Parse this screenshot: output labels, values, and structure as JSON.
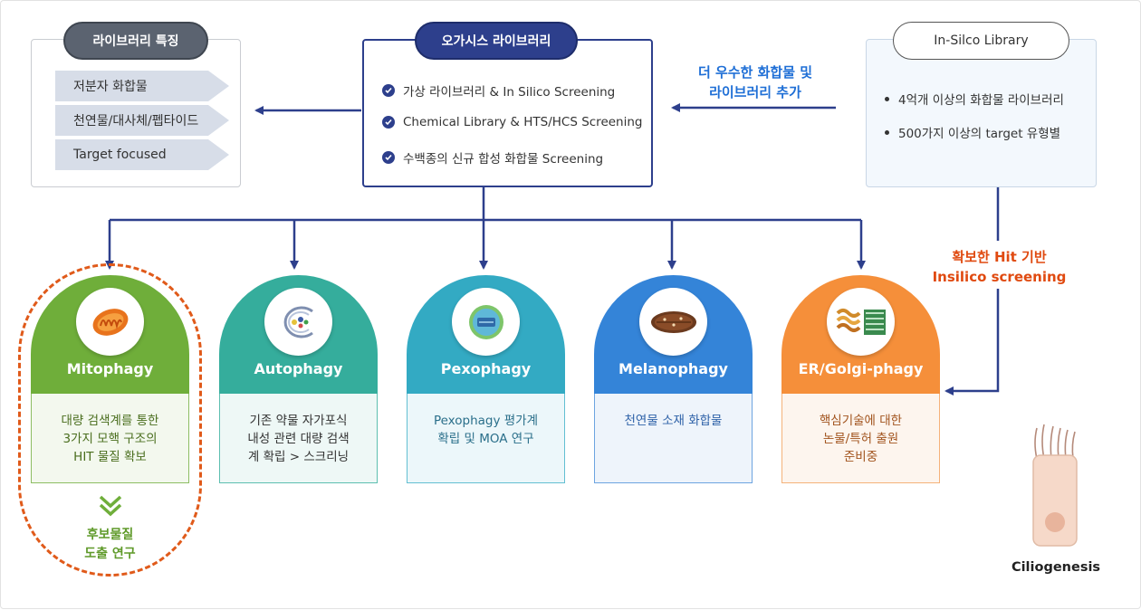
{
  "features": {
    "title": "라이브러리 특징",
    "items": [
      "저분자 화합물",
      "천연물/대사체/펩타이드",
      "Target focused"
    ]
  },
  "center": {
    "title": "오가시스 라이브러리",
    "items": [
      "가상 라이브러리 & In Silico Screening",
      "Chemical Library & HTS/HCS Screening",
      "수백종의 신규 합성 화합물 Screening"
    ]
  },
  "insilico": {
    "title": "In-Silco Library",
    "items": [
      "4억개 이상의 화합물 라이브러리",
      "500가지 이상의 target 유형별"
    ]
  },
  "notes": {
    "blue_line1": "더 우수한 화합물 및",
    "blue_line2": "라이브러리 추가",
    "red_line1": "확보한 Hit 기반",
    "red_line2": "Insilico screening"
  },
  "cards": [
    {
      "title": "Mitophagy",
      "lines": [
        "대량 검색계를 통한",
        "3가지 모핵 구조의",
        "HIT 물질 확보"
      ],
      "icon": "mitochondria-icon"
    },
    {
      "title": "Autophagy",
      "lines": [
        "기존 약물 자가포식",
        "내성 관련 대량 검색",
        "계 확립 > 스크리닝"
      ],
      "icon": "autophagosome-icon"
    },
    {
      "title": "Pexophagy",
      "lines": [
        "Pexophagy 평가계",
        "확립 및 MOA 연구"
      ],
      "icon": "peroxisome-icon"
    },
    {
      "title": "Melanophagy",
      "lines": [
        "천연물 소재 화합물"
      ],
      "icon": "melanosome-icon"
    },
    {
      "title": "ER/Golgi-phagy",
      "lines": [
        "핵심기술에 대한",
        "논물/특허 출원",
        "준비중"
      ],
      "icon": "er-golgi-icon"
    }
  ],
  "candidate": {
    "line1": "후보물질",
    "line2": "도출 연구"
  },
  "ciliogenesis": {
    "label": "Ciliogenesis",
    "icon": "ciliated-cell-icon"
  },
  "colors": {
    "navy": "#2d3f8c",
    "mito": "#6fae3a",
    "auto": "#35ad9c",
    "pexo": "#33aac3",
    "melano": "#3484d8",
    "er": "#f58f3a",
    "red": "#e04a10",
    "blue": "#1f6fd6"
  }
}
